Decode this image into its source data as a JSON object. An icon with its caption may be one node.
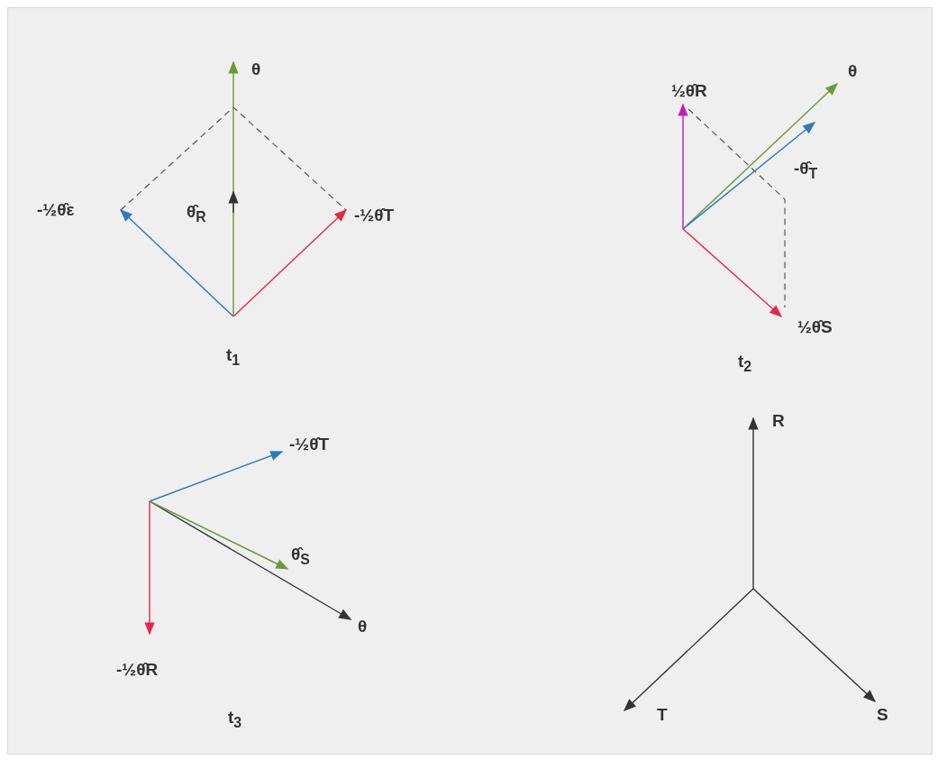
{
  "diagram": {
    "labels": [
      "θ",
      "-½θ̂ε",
      "θ̂$_{R}$",
      "-½θ̂T",
      "t$_{1}$",
      "½θ̂R",
      "θ",
      "-θ̂$_{T}$",
      "½θ̂S",
      "t$_{2}$",
      "-½θ̂T",
      "θ̂$_{S}$",
      "θ",
      "-½θ̂R",
      "t$_{3}$",
      "R",
      "T",
      "S"
    ]
  }
}
